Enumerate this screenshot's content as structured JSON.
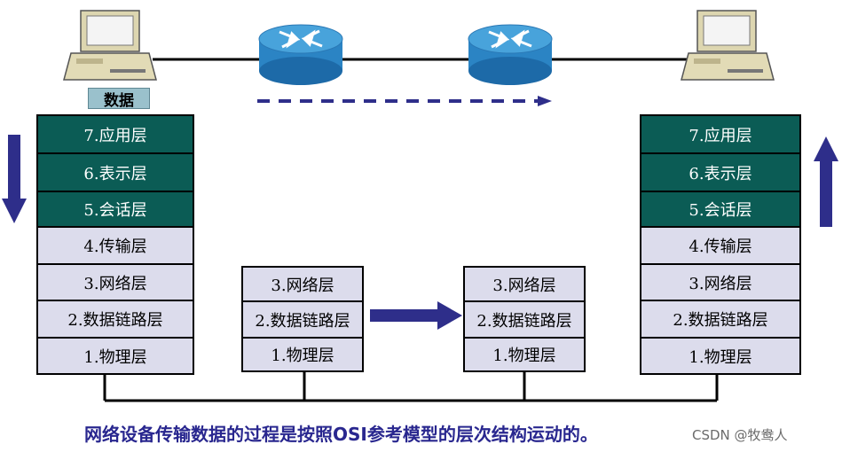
{
  "devices": {
    "left_host": {
      "label": "数据",
      "layers": [
        "7.应用层",
        "6.表示层",
        "5.会话层",
        "4.传输层",
        "3.网络层",
        "2.数据链路层",
        "1.物理层"
      ]
    },
    "router1": {
      "layers": [
        "3.网络层",
        "2.数据链路层",
        "1.物理层"
      ]
    },
    "router2": {
      "layers": [
        "3.网络层",
        "2.数据链路层",
        "1.物理层"
      ]
    },
    "right_host": {
      "layers": [
        "7.应用层",
        "6.表示层",
        "5.会话层",
        "4.传输层",
        "3.网络层",
        "2.数据链路层",
        "1.物理层"
      ]
    }
  },
  "caption": "网络设备传输数据的过程是按照OSI参考模型的层次结构运动的。",
  "watermark": "CSDN @牧鸯人",
  "colors": {
    "upper_layers": "#0b5c55",
    "lower_layers": "#dcdcec",
    "arrows": "#2e2e8a",
    "caption": "#29278f"
  }
}
